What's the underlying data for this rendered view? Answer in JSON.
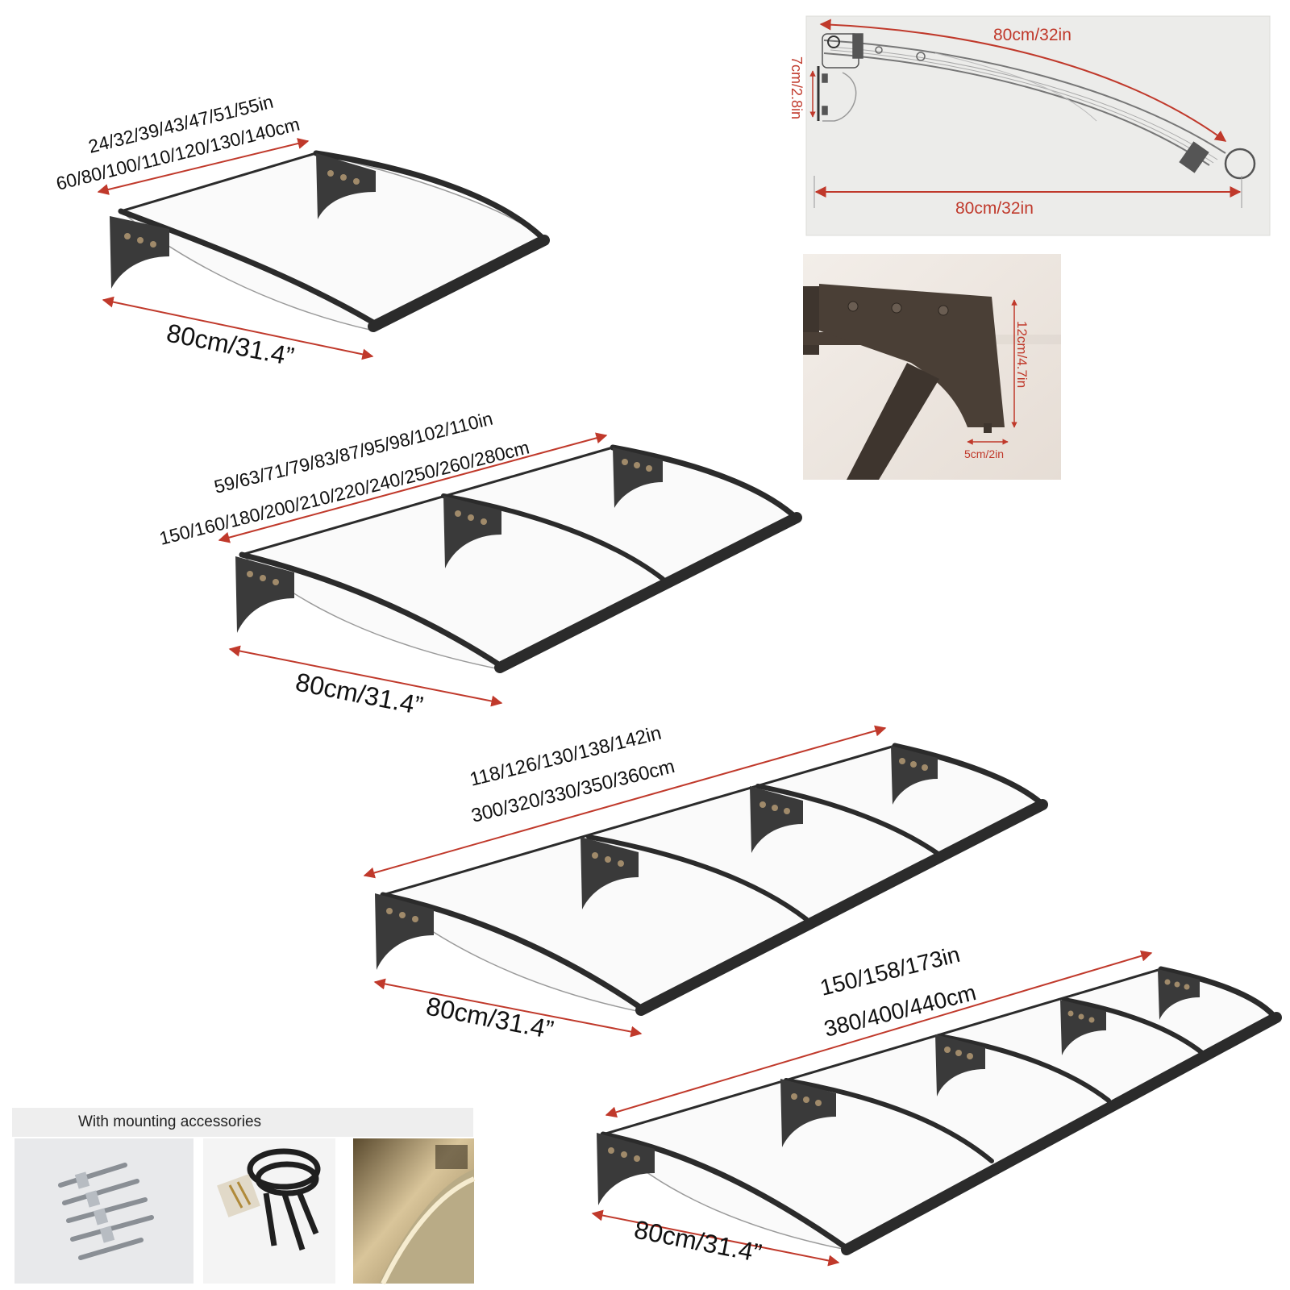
{
  "colors": {
    "frame": "#2b2b2b",
    "arrow": "#c0392b",
    "diagram_bg": "#ececea",
    "wall": "#efe9e3",
    "bracket_brown": "#4a3f36"
  },
  "canopies": [
    {
      "length_in": "24/32/39/43/47/51/55in",
      "length_cm": "60/80/100/110/120/130/140cm",
      "depth": "80cm/31.4”"
    },
    {
      "length_in": "59/63/71/79/83/87/95/98/102/110in",
      "length_cm": "150/160/180/200/210/220/240/250/260/280cm",
      "depth": "80cm/31.4”"
    },
    {
      "length_in": "118/126/130/138/142in",
      "length_cm": "300/320/330/350/360cm",
      "depth": "80cm/31.4”"
    },
    {
      "length_in": "150/158/173in",
      "length_cm": "380/400/440cm",
      "depth": "80cm/31.4”"
    }
  ],
  "side_diagram": {
    "arc_length": "80cm/32in",
    "depth": "80cm/32in",
    "height": "7cm/2.8in"
  },
  "bracket_photo": {
    "height": "12cm/4.7in",
    "width": "5cm/2in"
  },
  "accessories": {
    "title": "With mounting accessories",
    "items": [
      "bolts-photo",
      "seal-strip-photo",
      "gutter-profile-photo"
    ]
  }
}
